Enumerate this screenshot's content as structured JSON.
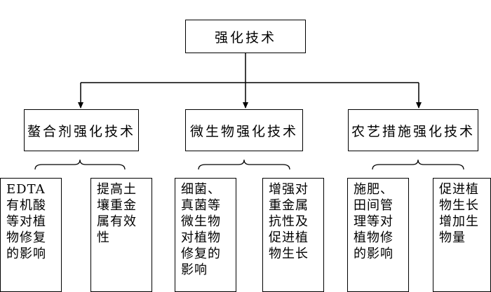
{
  "root": {
    "label": "强化技术"
  },
  "categories": [
    {
      "label": "螯合剂强化技术",
      "items": [
        {
          "text": "EDTA有机酸等对植物修复的影响"
        },
        {
          "text": "提高土壤重金属有效性"
        }
      ]
    },
    {
      "label": "微生物强化技术",
      "items": [
        {
          "text": "细菌、真菌等微生物对植物修复的影响"
        },
        {
          "text": "增强对重金属抗性及促进植物生长"
        }
      ]
    },
    {
      "label": "农艺措施强化技术",
      "items": [
        {
          "text": "施肥、田间管理等对植物修的影响"
        },
        {
          "text": "促进植物生长增加生物量"
        }
      ]
    }
  ]
}
